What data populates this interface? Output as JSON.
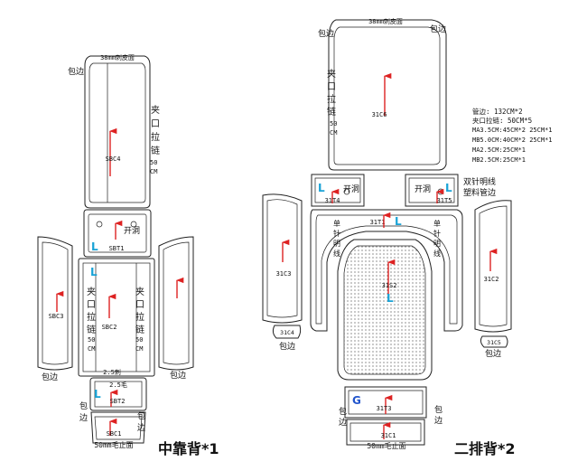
{
  "labels": {
    "left_top_title": "38mm刺皮面",
    "right_top_title": "38mm刺皮面",
    "left_bottom_title": "50mm毛止面",
    "right_bottom_title": "50mm毛止面",
    "baobian": "包边",
    "bao": "包",
    "bian": "边",
    "jiakou_v": [
      "夹",
      "口",
      "拉",
      "链"
    ],
    "jiakou_v_right_middle": [
      "夹",
      "口",
      "拉",
      "链"
    ],
    "fifty": "50",
    "cm": "CM",
    "kaidong": "开洞",
    "danzhen_mingxian": [
      "单",
      "针",
      "明",
      "线"
    ],
    "shuangzhen_line1": "双针明线",
    "shuangzhen_line2": "塑料管边",
    "mao_25": "2.5毛",
    "zhi_25": "2.5刺",
    "L": "L",
    "G": "G",
    "caption_left": "中靠背*1",
    "caption_right": "二排背*2"
  },
  "parts": {
    "sbc4": "SBC4",
    "sbt1": "SBT1",
    "sbc2": "SBC2",
    "sbc3": "SBC3",
    "sbt2": "SBT2",
    "sbc1": "SBC1",
    "c31c6": "31C6",
    "c31t4": "31T4",
    "c31t5": "31T5",
    "c31t1": "31T1",
    "c31s2": "31S2",
    "c31c3": "31C3",
    "c31c2": "31C2",
    "c31c4": "31C4",
    "c31c5": "31C5",
    "c31t3": "31T3",
    "c31c1": "31C1"
  },
  "notes": [
    "管边: 132CM*2",
    "夹口拉链: 50CM*5",
    "MA3.5CM:45CM*2   25CM*1",
    "MB5.0CM:40CM*2   25CM*1",
    "MA2.5CM:25CM*1",
    "MB2.5CM:25CM*1"
  ]
}
